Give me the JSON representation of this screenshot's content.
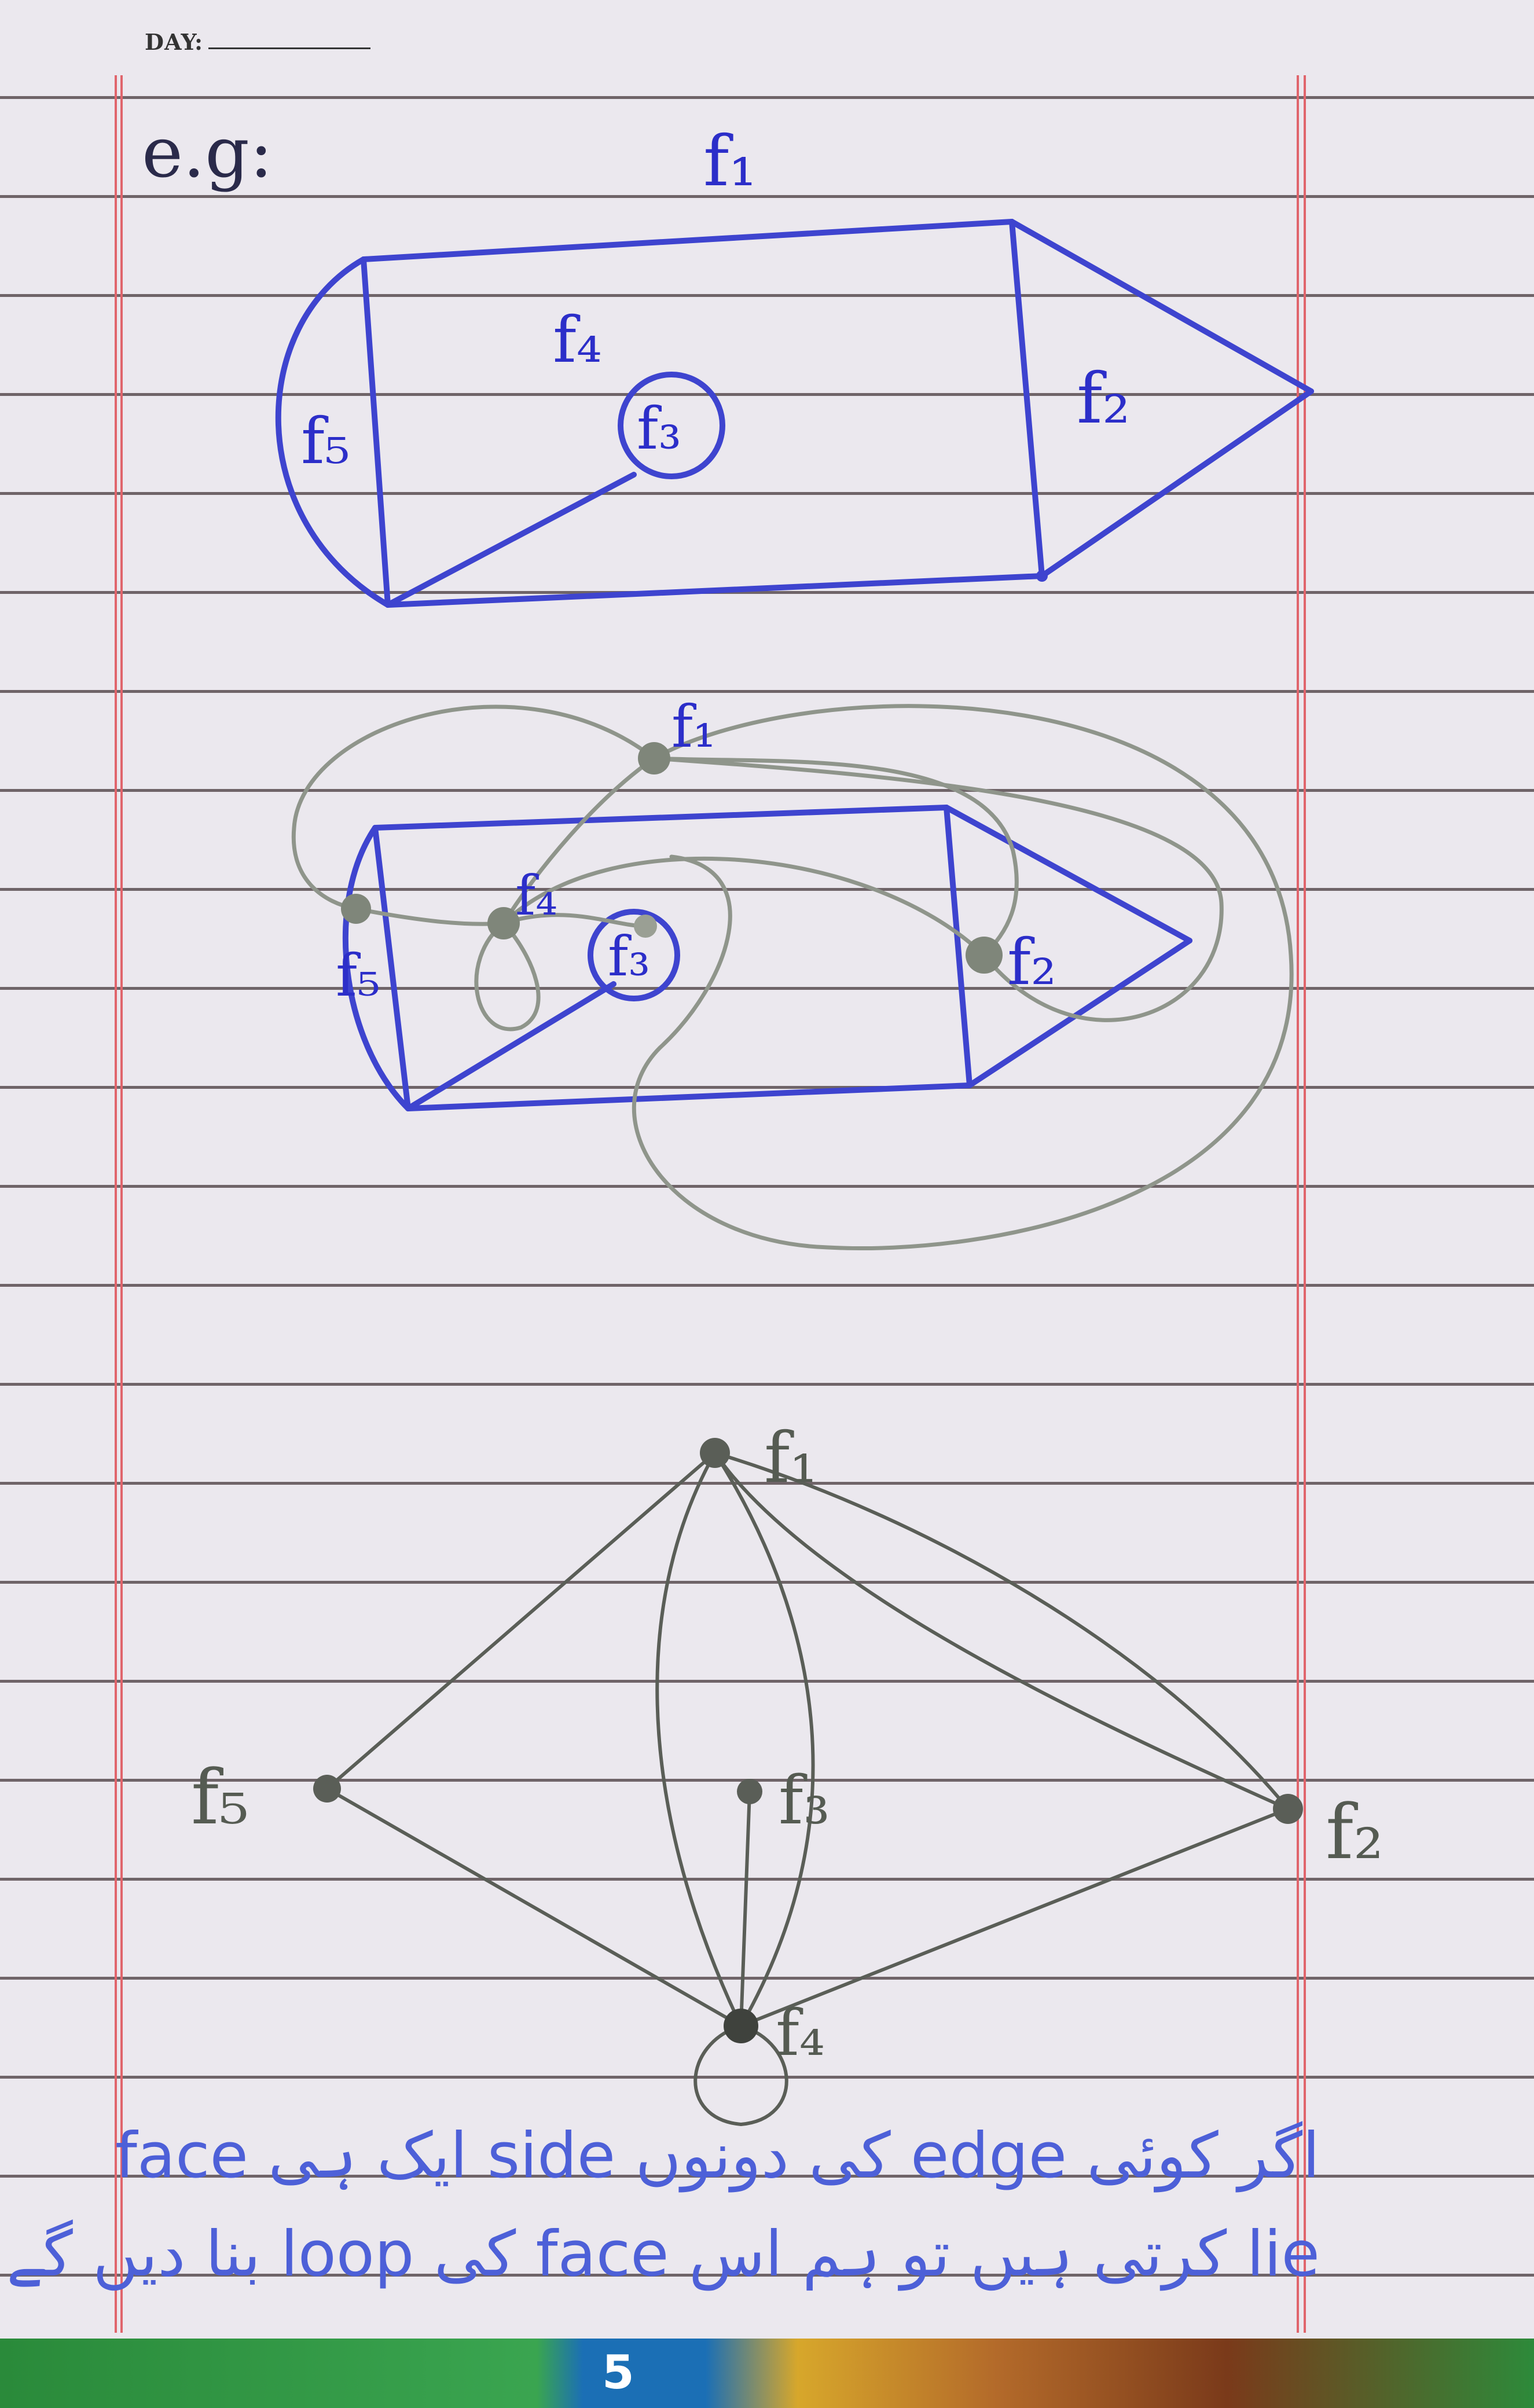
{
  "header": {
    "day_label": "DAY:"
  },
  "example_label": "e.g:",
  "figure1": {
    "faces": {
      "f1": "f₁",
      "f2": "f₂",
      "f3": "f₃",
      "f4": "f₄",
      "f5": "f₅"
    }
  },
  "figure2": {
    "faces": {
      "f1": "f₁",
      "f2": "f₂",
      "f3": "f₃",
      "f4": "f₄",
      "f5": "f₅"
    }
  },
  "figure3": {
    "vertices": {
      "f1": "f₁",
      "f2": "f₂",
      "f3": "f₃",
      "f4": "f₄",
      "f5": "f₅"
    }
  },
  "urdu_note": {
    "line1": "اگر کوئی edge کی دونوں side ایک ہی face",
    "line2": "lie کرتی ہیں تو ہم اس face کی loop بنا دیں گے"
  },
  "cover": {
    "text": "5"
  },
  "colors": {
    "ink_blue": "#3e44cf",
    "pencil_gray": "#8f958b",
    "margin_red": "#e0656c",
    "paper": "#ebe8ee"
  }
}
